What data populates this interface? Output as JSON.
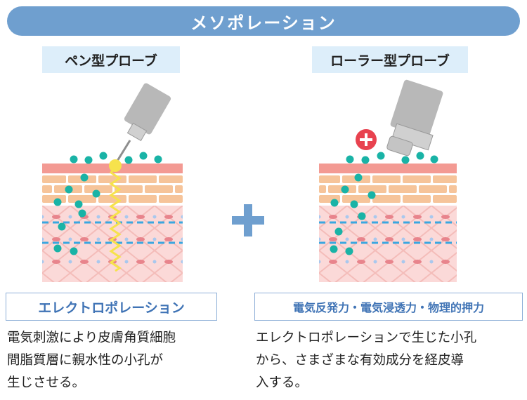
{
  "title": "メソポレーション",
  "probes": {
    "left": {
      "label": "ペン型プローブ"
    },
    "right": {
      "label": "ローラー型プローブ"
    }
  },
  "methods": {
    "left": {
      "name": "エレクトロポレーション",
      "description": [
        "電気刺激により皮膚角質細胞",
        "間脂質層に親水性の小孔が",
        "生じさせる。"
      ]
    },
    "right": {
      "name": "電気反発力・電気浸透力・物理的押力",
      "description": [
        "エレクトロポレーションで生じた小孔",
        "から、さまざまな有効成分を経皮導",
        "入する。"
      ]
    }
  },
  "colors": {
    "title_bar": "#6f9fcf",
    "label_bg": "#ddeefa",
    "method_text": "#3f73b5",
    "method_border": "#8fb0d8",
    "plus": "#6f9fcf",
    "dot": "#19b3a6",
    "current": "#f6e24c",
    "positive_mark": "#e8424f",
    "skin_surface": "#f39a93",
    "skin_cells": "#f6c49a",
    "dermis": "#fbd9d8"
  },
  "icons": [
    "pen-probe-icon",
    "roller-probe-icon",
    "plus-icon",
    "positive-charge-icon"
  ]
}
